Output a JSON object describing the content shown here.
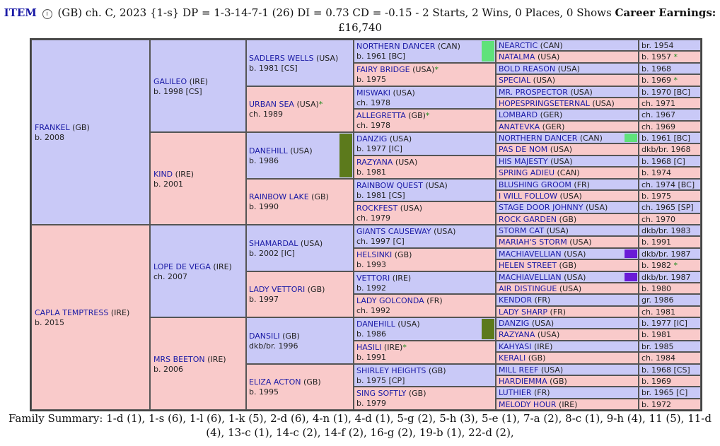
{
  "header": {
    "item_label": "ITEM",
    "details": "(GB) ch. C, 2023 {1-s} DP = 1-3-14-7-1 (26) DI = 0.73   CD = -0.15 - 2 Starts, 2 Wins, 0 Places, 0 Shows",
    "earnings_label": "Career Earnings:",
    "earnings_value": "£16,740"
  },
  "gen1": [
    {
      "name": "FRANKEL",
      "origin": "(GB)",
      "info": "b. 2008",
      "sex": "male"
    },
    {
      "name": "CAPLA TEMPTRESS",
      "origin": "(IRE)",
      "info": "b. 2015",
      "sex": "female"
    }
  ],
  "gen2": [
    {
      "name": "GALILEO",
      "origin": "(IRE)",
      "info": "b. 1998 [CS]",
      "sex": "male"
    },
    {
      "name": "KIND",
      "origin": "(IRE)",
      "info": "b. 2001",
      "sex": "female"
    },
    {
      "name": "LOPE DE VEGA",
      "origin": "(IRE)",
      "info": "ch. 2007",
      "sex": "male"
    },
    {
      "name": "MRS BEETON",
      "origin": "(IRE)",
      "info": "b. 2006",
      "sex": "female"
    }
  ],
  "gen3": [
    {
      "name": "SADLERS WELLS",
      "origin": "(USA)",
      "info": "b. 1981 [CS]",
      "sex": "male"
    },
    {
      "name": "URBAN SEA",
      "origin": "(USA)",
      "star": "*",
      "info": "ch. 1989",
      "sex": "female"
    },
    {
      "name": "DANEHILL",
      "origin": "(USA)",
      "info": "b. 1986",
      "sex": "male",
      "dosage": "#5c7a1c"
    },
    {
      "name": "RAINBOW LAKE",
      "origin": "(GB)",
      "info": "b. 1990",
      "sex": "female"
    },
    {
      "name": "SHAMARDAL",
      "origin": "(USA)",
      "info": "b. 2002 [IC]",
      "sex": "male"
    },
    {
      "name": "LADY VETTORI",
      "origin": "(GB)",
      "info": "b. 1997",
      "sex": "female"
    },
    {
      "name": "DANSILI",
      "origin": "(GB)",
      "info": "dkb/br. 1996",
      "sex": "male"
    },
    {
      "name": "ELIZA ACTON",
      "origin": "(GB)",
      "info": "b. 1995",
      "sex": "female"
    }
  ],
  "gen4": [
    {
      "name": "NORTHERN DANCER",
      "origin": "(CAN)",
      "info": "b. 1961 [BC]",
      "sex": "male",
      "dosage": "#5fe27a"
    },
    {
      "name": "FAIRY BRIDGE",
      "origin": "(USA)",
      "star": "*",
      "info": "b. 1975",
      "sex": "female"
    },
    {
      "name": "MISWAKI",
      "origin": "(USA)",
      "info": "ch. 1978",
      "sex": "male"
    },
    {
      "name": "ALLEGRETTA",
      "origin": "(GB)",
      "star": "*",
      "info": "ch. 1978",
      "sex": "female"
    },
    {
      "name": "DANZIG",
      "origin": "(USA)",
      "info": "b. 1977 [IC]",
      "sex": "male"
    },
    {
      "name": "RAZYANA",
      "origin": "(USA)",
      "info": "b. 1981",
      "sex": "female"
    },
    {
      "name": "RAINBOW QUEST",
      "origin": "(USA)",
      "info": "b. 1981 [CS]",
      "sex": "male"
    },
    {
      "name": "ROCKFEST",
      "origin": "(USA)",
      "info": "ch. 1979",
      "sex": "female"
    },
    {
      "name": "GIANTS CAUSEWAY",
      "origin": "(USA)",
      "info": "ch. 1997 [C]",
      "sex": "male"
    },
    {
      "name": "HELSINKI",
      "origin": "(GB)",
      "info": "b. 1993",
      "sex": "female"
    },
    {
      "name": "VETTORI",
      "origin": "(IRE)",
      "info": "b. 1992",
      "sex": "male"
    },
    {
      "name": "LADY GOLCONDA",
      "origin": "(FR)",
      "info": "ch. 1992",
      "sex": "female"
    },
    {
      "name": "DANEHILL",
      "origin": "(USA)",
      "info": "b. 1986",
      "sex": "male",
      "dosage": "#5c7a1c"
    },
    {
      "name": "HASILI",
      "origin": "(IRE)",
      "star": "*",
      "info": "b. 1991",
      "sex": "female"
    },
    {
      "name": "SHIRLEY HEIGHTS",
      "origin": "(GB)",
      "info": "b. 1975 [CP]",
      "sex": "male"
    },
    {
      "name": "SING SOFTLY",
      "origin": "(GB)",
      "info": "b. 1979",
      "sex": "female"
    }
  ],
  "gen5": [
    {
      "name": "NEARCTIC",
      "origin": "(CAN)",
      "info": "br. 1954",
      "sex": "male"
    },
    {
      "name": "NATALMA",
      "origin": "(USA)",
      "info": "b. 1957",
      "info_star": "*",
      "sex": "female"
    },
    {
      "name": "BOLD REASON",
      "origin": "(USA)",
      "info": "b. 1968",
      "sex": "male"
    },
    {
      "name": "SPECIAL",
      "origin": "(USA)",
      "info": "b. 1969",
      "info_star": "*",
      "sex": "female"
    },
    {
      "name": "MR. PROSPECTOR",
      "origin": "(USA)",
      "info": "b. 1970 [BC]",
      "sex": "male"
    },
    {
      "name": "HOPESPRINGSETERNAL",
      "origin": "(USA)",
      "info": "ch. 1971",
      "sex": "female"
    },
    {
      "name": "LOMBARD",
      "origin": "(GER)",
      "info": "ch. 1967",
      "sex": "male"
    },
    {
      "name": "ANATEVKA",
      "origin": "(GER)",
      "info": "ch. 1969",
      "sex": "female"
    },
    {
      "name": "NORTHERN DANCER",
      "origin": "(CAN)",
      "info": "b. 1961 [BC]",
      "sex": "male",
      "dosage": "#5fe27a"
    },
    {
      "name": "PAS DE NOM",
      "origin": "(USA)",
      "info": "dkb/br. 1968",
      "sex": "female"
    },
    {
      "name": "HIS MAJESTY",
      "origin": "(USA)",
      "info": "b. 1968 [C]",
      "sex": "male"
    },
    {
      "name": "SPRING ADIEU",
      "origin": "(CAN)",
      "info": "b. 1974",
      "sex": "female"
    },
    {
      "name": "BLUSHING GROOM",
      "origin": "(FR)",
      "info": "ch. 1974 [BC]",
      "sex": "male"
    },
    {
      "name": "I WILL FOLLOW",
      "origin": "(USA)",
      "info": "b. 1975",
      "sex": "female"
    },
    {
      "name": "STAGE DOOR JOHNNY",
      "origin": "(USA)",
      "info": "ch. 1965 [SP]",
      "sex": "male"
    },
    {
      "name": "ROCK GARDEN",
      "origin": "(GB)",
      "info": "ch. 1970",
      "sex": "female"
    },
    {
      "name": "STORM CAT",
      "origin": "(USA)",
      "info": "dkb/br. 1983",
      "sex": "male"
    },
    {
      "name": "MARIAH'S STORM",
      "origin": "(USA)",
      "info": "b. 1991",
      "sex": "female"
    },
    {
      "name": "MACHIAVELLIAN",
      "origin": "(USA)",
      "info": "dkb/br. 1987",
      "sex": "male",
      "dosage": "#6a1bd6"
    },
    {
      "name": "HELEN STREET",
      "origin": "(GB)",
      "info": "b. 1982",
      "info_star": "*",
      "sex": "female"
    },
    {
      "name": "MACHIAVELLIAN",
      "origin": "(USA)",
      "info": "dkb/br. 1987",
      "sex": "male",
      "dosage": "#6a1bd6"
    },
    {
      "name": "AIR DISTINGUE",
      "origin": "(USA)",
      "info": "b. 1980",
      "sex": "female"
    },
    {
      "name": "KENDOR",
      "origin": "(FR)",
      "info": "gr. 1986",
      "sex": "male"
    },
    {
      "name": "LADY SHARP",
      "origin": "(FR)",
      "info": "ch. 1981",
      "sex": "female"
    },
    {
      "name": "DANZIG",
      "origin": "(USA)",
      "info": "b. 1977 [IC]",
      "sex": "male"
    },
    {
      "name": "RAZYANA",
      "origin": "(USA)",
      "info": "b. 1981",
      "sex": "female"
    },
    {
      "name": "KAHYASI",
      "origin": "(IRE)",
      "info": "br. 1985",
      "sex": "male"
    },
    {
      "name": "KERALI",
      "origin": "(GB)",
      "info": "ch. 1984",
      "sex": "female"
    },
    {
      "name": "MILL REEF",
      "origin": "(USA)",
      "info": "b. 1968 [CS]",
      "sex": "male"
    },
    {
      "name": "HARDIEMMA",
      "origin": "(GB)",
      "info": "b. 1969",
      "sex": "female"
    },
    {
      "name": "LUTHIER",
      "origin": "(FR)",
      "info": "br. 1965 [C]",
      "sex": "male"
    },
    {
      "name": "MELODY HOUR",
      "origin": "(IRE)",
      "info": "b. 1972",
      "sex": "female"
    }
  ],
  "footer": {
    "summary": "Family Summary: 1-d (1), 1-s (6), 1-l (6), 1-k (5), 2-d (6), 4-n (1), 4-d (1), 5-g (2), 5-h (3), 5-e (1), 7-a (2), 8-c (1), 9-h (4), 11 (5), 11-d (4), 13-c (1), 14-c (2), 14-f (2), 16-g (2), 19-b (1), 22-d (2),"
  }
}
